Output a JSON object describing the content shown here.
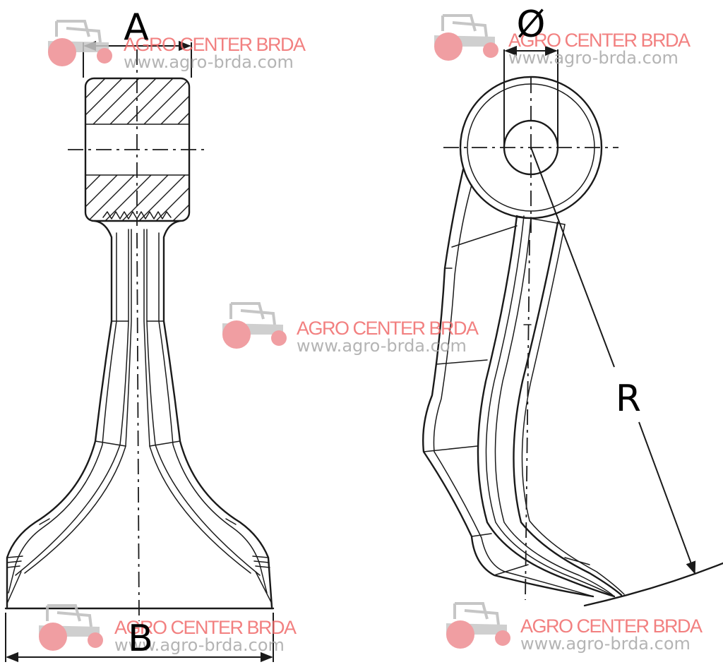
{
  "labels": {
    "a": "A",
    "b": "B",
    "diameter": "Ø",
    "radius": "R"
  },
  "watermark": {
    "name": "AGRO CENTER BRDA",
    "url": "www.agro-brda.com",
    "name_color": "#f06a6a",
    "url_color": "#a8a8a8",
    "icon": "tractor-icon"
  }
}
